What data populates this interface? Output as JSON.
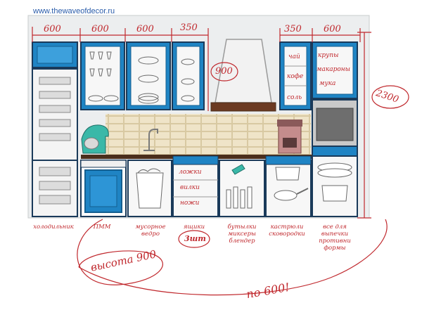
{
  "website": "www.thewaveofdecor.ru",
  "widths": {
    "w1": "600",
    "w2": "600",
    "w3": "600",
    "w4": "350",
    "w5": "350",
    "w6": "600"
  },
  "height_hood": "900",
  "height_total": "2300",
  "shelf_labels": {
    "tea": "чай",
    "coffee": "кофе",
    "salt": "соль",
    "cereals": "крупы",
    "pasta": "макароны",
    "flour": "мука"
  },
  "drawer_labels": {
    "spoons": "ложки",
    "forks": "вилки",
    "knives": "ножи"
  },
  "bottom_labels": {
    "fridge": "холодильник",
    "oven": "ПММ",
    "trash": "мусорное ведро",
    "drawers": "ящики",
    "bottles": "бутылки миксеры блендер",
    "pots": "кастрюли сковородки",
    "baking": "все для выпечки противни формы"
  },
  "drawers_count": "3шт",
  "lower_height": "высота 900",
  "footer_note": "по 600!",
  "colors": {
    "accent": "#1f84c4",
    "frame": "#1a3a5a",
    "handwriting": "#c0282d",
    "tile": "#efe4c8",
    "counter": "#4a2e1c"
  }
}
